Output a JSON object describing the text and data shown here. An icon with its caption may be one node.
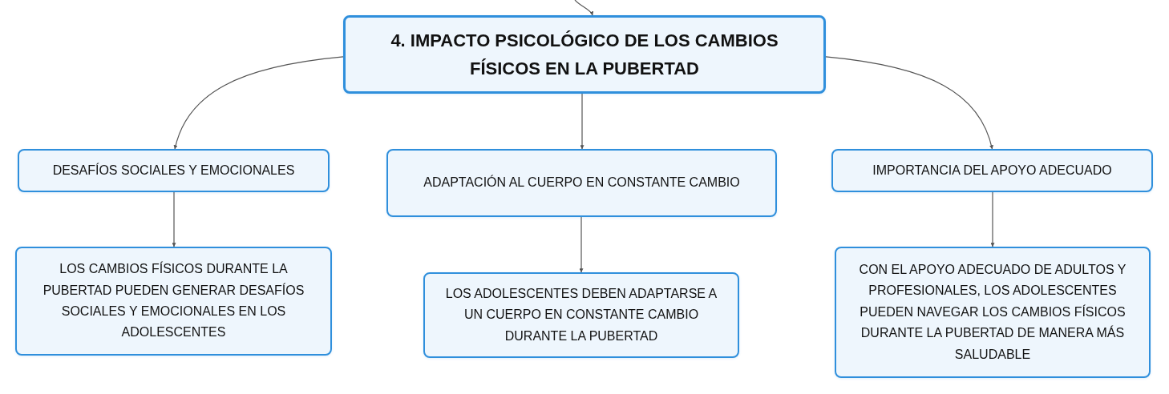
{
  "diagram": {
    "nodes": [
      {
        "text": [
          "4. IMPACTO PSICOLÓGICO DE LOS CAMBIOS FÍSICOS EN LA PUBERTAD"
        ]
      },
      {
        "text": [
          "DESAFÍOS SOCIALES Y EMOCIONALES"
        ]
      },
      {
        "text": [
          "ADAPTACIÓN AL CUERPO EN CONSTANTE CAMBIO"
        ]
      },
      {
        "text": [
          "IMPORTANCIA DEL APOYO ADECUADO"
        ]
      },
      {
        "text": [
          "LOS CAMBIOS FÍSICOS DURANTE LA PUBERTAD PUEDEN GENERAR DESAFÍOS SOCIALES Y EMOCIONALES EN LOS ADOLESCENTES"
        ]
      },
      {
        "text": [
          "LOS ADOLESCENTES DEBEN ADAPTARSE A UN CUERPO EN CONSTANTE CAMBIO DURANTE LA PUBERTAD"
        ]
      },
      {
        "text": [
          "CON EL APOYO ADECUADO DE ADULTOS Y PROFESIONALES, LOS ADOLESCENTES PUEDEN NAVEGAR LOS CAMBIOS FÍSICOS DURANTE LA PUBERTAD DE MANERA MÁS SALUDABLE"
        ]
      }
    ],
    "edges": [
      {
        "from": null,
        "to": 0,
        "arrow": "to"
      },
      {
        "from": 0,
        "to": 1,
        "arrow": "to"
      },
      {
        "from": 0,
        "to": 2,
        "arrow": "to"
      },
      {
        "from": 0,
        "to": 3,
        "arrow": "to"
      },
      {
        "from": 1,
        "to": 4,
        "arrow": "to"
      },
      {
        "from": 2,
        "to": 5,
        "arrow": "to"
      },
      {
        "from": 3,
        "to": 6,
        "arrow": "to"
      }
    ]
  }
}
